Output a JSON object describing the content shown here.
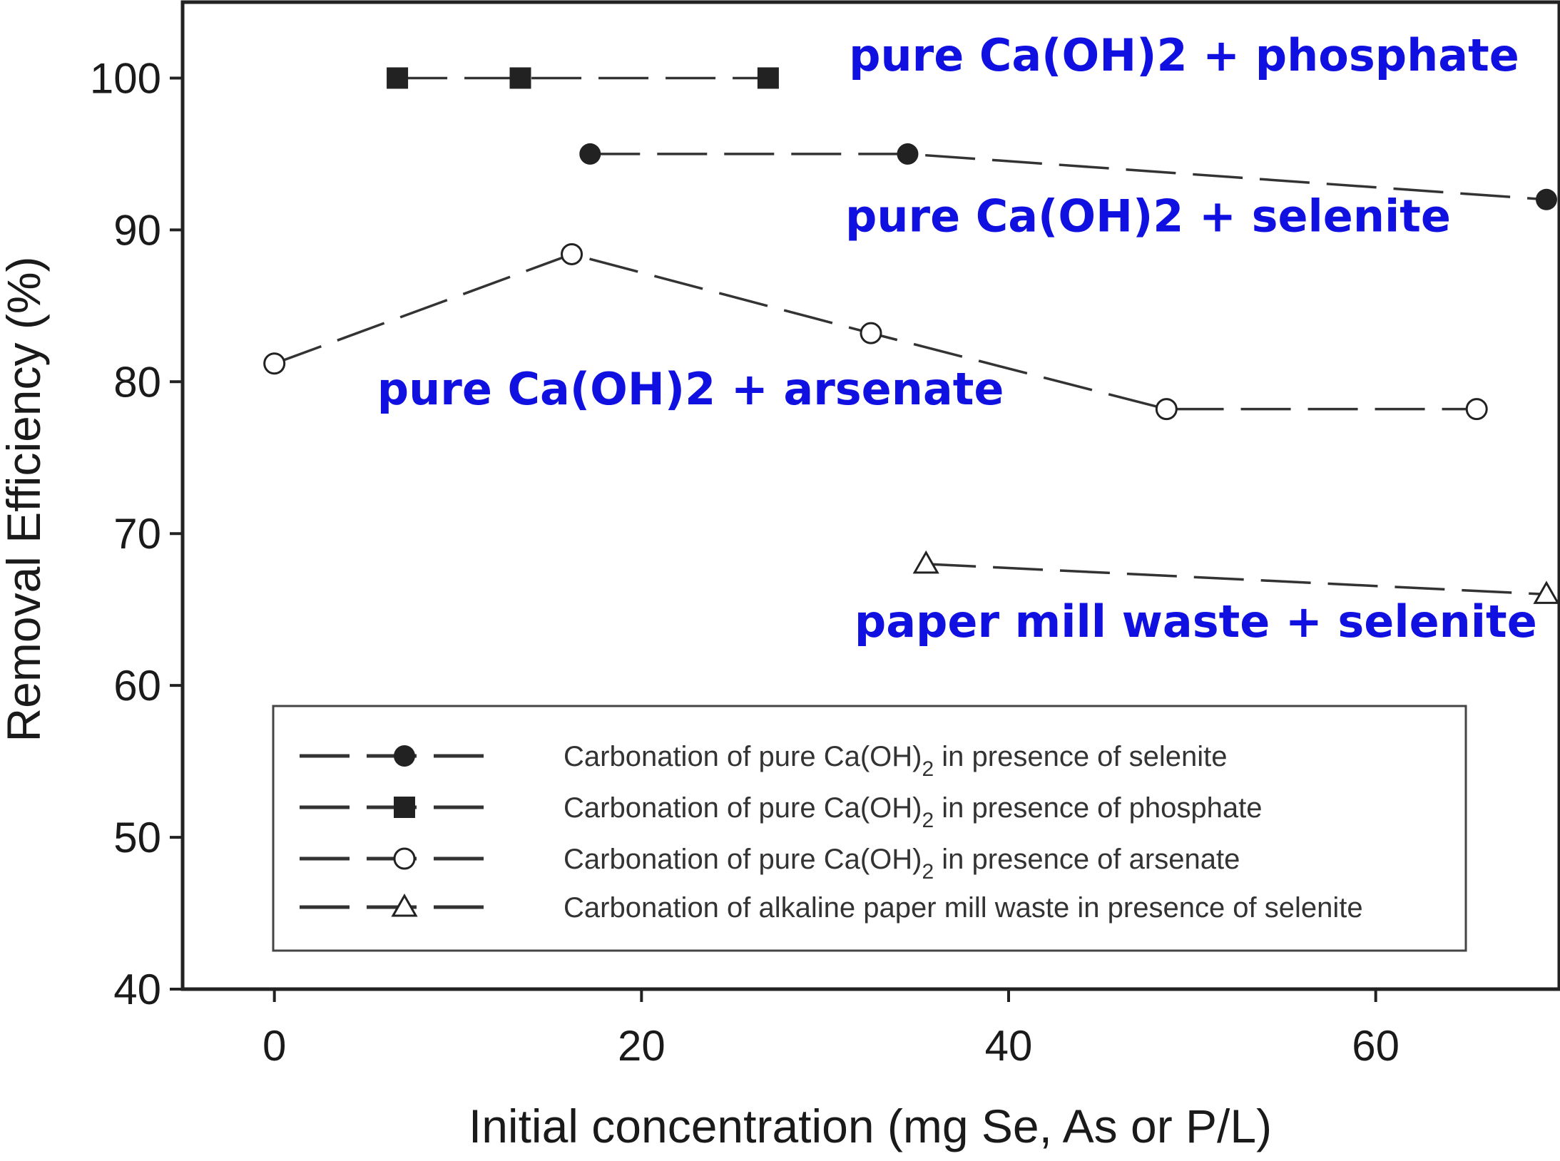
{
  "chart_data": {
    "type": "line",
    "xlabel": "Initial concentration (mg Se, As or P/L)",
    "ylabel": "Removal Efficiency (%)",
    "xlim": [
      -5,
      70
    ],
    "ylim": [
      40,
      105
    ],
    "xticks": [
      0,
      20,
      40,
      60
    ],
    "yticks": [
      40,
      50,
      60,
      70,
      80,
      90,
      100
    ],
    "grid": false,
    "legend_position": "bottom-center",
    "colors": {
      "annotation": "#1010e0",
      "series": "#222222",
      "frame": "#222222"
    },
    "series": [
      {
        "name": "Carbonation of pure Ca(OH)2 in presence of selenite",
        "legend_main": "Carbonation of pure Ca(OH)",
        "legend_sub": "2",
        "legend_tail": " in presence of selenite",
        "marker": "filled-circle",
        "x": [
          17.2,
          34.5,
          69.3
        ],
        "y": [
          95,
          95,
          92
        ]
      },
      {
        "name": "Carbonation of pure Ca(OH)2 in presence of phosphate",
        "legend_main": "Carbonation of pure Ca(OH)",
        "legend_sub": "2",
        "legend_tail": " in presence of phosphate",
        "marker": "filled-square",
        "x": [
          6.7,
          13.4,
          26.9
        ],
        "y": [
          100,
          100,
          100
        ]
      },
      {
        "name": "Carbonation of pure Ca(OH)2 in presence of arsenate",
        "legend_main": "Carbonation of pure Ca(OH)",
        "legend_sub": "2",
        "legend_tail": " in presence of arsenate",
        "marker": "open-circle",
        "x": [
          0,
          16.2,
          32.5,
          48.6,
          65.5
        ],
        "y": [
          81.2,
          88.4,
          83.2,
          78.2,
          78.2
        ]
      },
      {
        "name": "Carbonation of alkaline paper mill waste in presence of selenite",
        "legend_main": "Carbonation of alkaline paper mill waste in presence of selenite",
        "legend_sub": "",
        "legend_tail": "",
        "marker": "open-triangle",
        "x": [
          35.5,
          69.3
        ],
        "y": [
          68,
          66
        ]
      }
    ],
    "annotations": [
      {
        "text": "pure Ca(OH)2 + phosphate",
        "x": 31.3,
        "y": 100.5
      },
      {
        "text": "pure Ca(OH)2 + selenite",
        "x": 31.1,
        "y": 89.9
      },
      {
        "text": "pure Ca(OH)2 + arsenate",
        "x": 5.6,
        "y": 78.5
      },
      {
        "text": "paper mill waste + selenite",
        "x": 31.6,
        "y": 63.2
      }
    ]
  }
}
